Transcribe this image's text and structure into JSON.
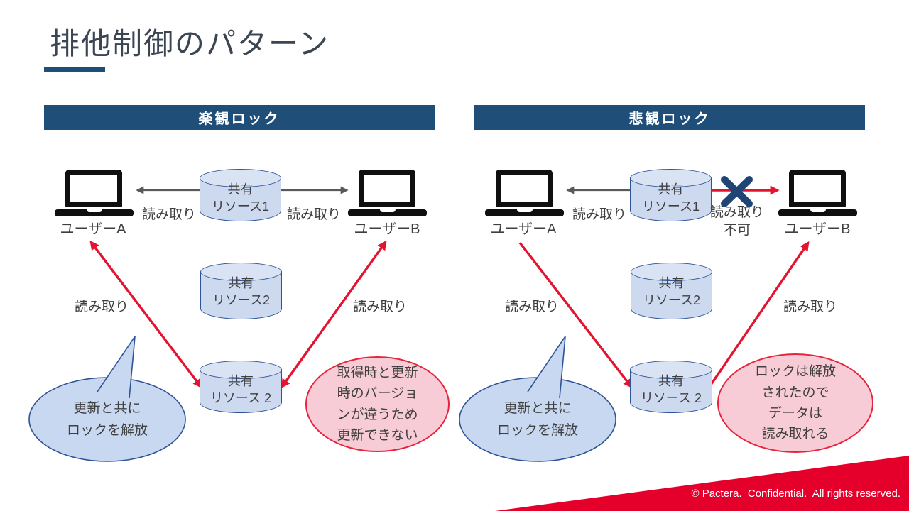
{
  "slide": {
    "title": "排他制御のパターン",
    "footer": "© Pactera.  Confidential.  All rights reserved."
  },
  "colors": {
    "header_bar": "#1f4e79",
    "title_underline": "#1f4e79",
    "db_fill": "#ccd9ef",
    "db_border": "#2f5496",
    "bubble_fill": "#c9d8f1",
    "bubble_border": "#2f5496",
    "pink_fill": "#f8ccd6",
    "pink_border": "#e8243c",
    "red_arrow": "#e4132f",
    "gray_arrow": "#595959",
    "x_mark": "#1f4576",
    "footer_red": "#e4002b",
    "diagram_text": "#3f3f3f"
  },
  "icons": {
    "laptop": "css-laptop-shape",
    "database": "css-cylinder-shape",
    "blocked": "x-cross"
  },
  "panels": [
    {
      "id": "optimistic-lock",
      "header": "楽観ロック",
      "user_a": "ユーザーA",
      "user_b": "ユーザーB",
      "db_top": "共有\nリソース1",
      "db_mid": "共有\nリソース2",
      "db_bottom": "共有\nリソース 2",
      "read_a": "読み取り",
      "read_b": "読み取り",
      "read_a2": "読み取り",
      "read_b2": "読み取り",
      "blue_bubble": "更新と共に\nロックを解放",
      "pink_bubble": "取得時と更新\n時のバージョ\nンが違うため\n更新できない"
    },
    {
      "id": "pessimistic-lock",
      "header": "悲観ロック",
      "user_a": "ユーザーA",
      "user_b": "ユーザーB",
      "db_top": "共有\nリソース1",
      "db_mid": "共有\nリソース2",
      "db_bottom": "共有\nリソース 2",
      "read_a": "読み取り",
      "read_b": "読み取り\n不可",
      "read_a2": "読み取り",
      "read_b2": "読み取り",
      "blue_bubble": "更新と共に\nロックを解放",
      "pink_bubble": "ロックは解放\nされたので\nデータは\n読み取れる"
    }
  ]
}
